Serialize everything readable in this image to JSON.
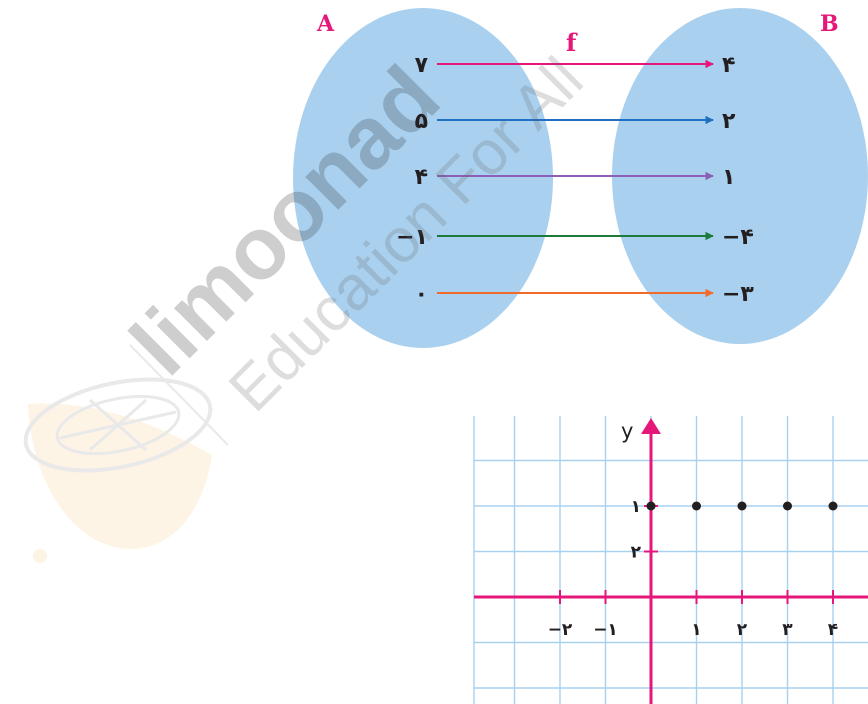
{
  "mapping": {
    "domain_label": "A",
    "codomain_label": "B",
    "function_label": "f",
    "pairs": [
      {
        "from": "۷",
        "to": "۴",
        "color": "#e6177a"
      },
      {
        "from": "۵",
        "to": "۲",
        "color": "#1f6fc2"
      },
      {
        "from": "۴",
        "to": "۱",
        "color": "#8a5fb5"
      },
      {
        "from": "−۱",
        "to": "−۴",
        "color": "#1e7a3a"
      },
      {
        "from": "۰",
        "to": "−۳",
        "color": "#f26b2e"
      }
    ],
    "colors": {
      "set_fill": "#a9d1ef",
      "label": "#e6177a"
    }
  },
  "graph": {
    "y_axis_label": "y",
    "x_tick_labels": [
      "−۲",
      "−۱",
      "۱",
      "۲",
      "۳",
      "۴"
    ],
    "y_tick_labels": [
      "۱",
      "۲"
    ],
    "colors": {
      "grid": "#a8d1ef",
      "axis": "#e6177a",
      "point": "#231f20"
    }
  },
  "chart_data": {
    "type": "scatter",
    "x": [
      0,
      1,
      2,
      3,
      4
    ],
    "y": [
      1,
      1,
      1,
      1,
      1
    ],
    "xlabel": "",
    "ylabel": "y",
    "grid": true
  },
  "watermark": {
    "brand": "limoonad",
    "tagline": "Education For All",
    "icon": "lemon-icon"
  }
}
